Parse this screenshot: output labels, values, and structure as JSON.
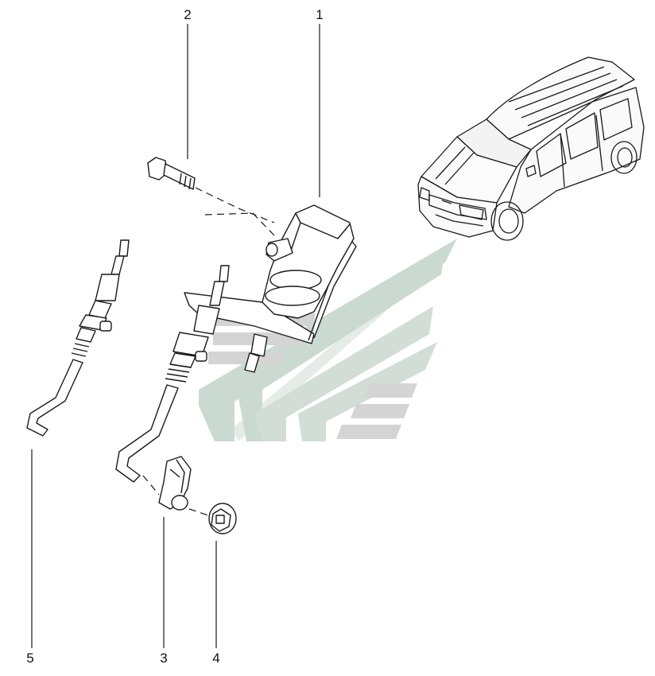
{
  "callouts": [
    {
      "id": "1",
      "label": "1"
    },
    {
      "id": "2",
      "label": "2"
    },
    {
      "id": "3",
      "label": "3"
    },
    {
      "id": "4",
      "label": "4"
    },
    {
      "id": "5",
      "label": "5"
    }
  ],
  "colors": {
    "line": "#1a1a1a",
    "watermark_green": "#c9d9cf",
    "watermark_gray": "#d0d0d0",
    "background": "#ffffff"
  },
  "icons": [
    "vehicle-illustration",
    "clutch-master-cylinder",
    "bolt",
    "hose-with-fitting",
    "hose-bracket-clip",
    "retaining-nut",
    "watermark-logo"
  ]
}
